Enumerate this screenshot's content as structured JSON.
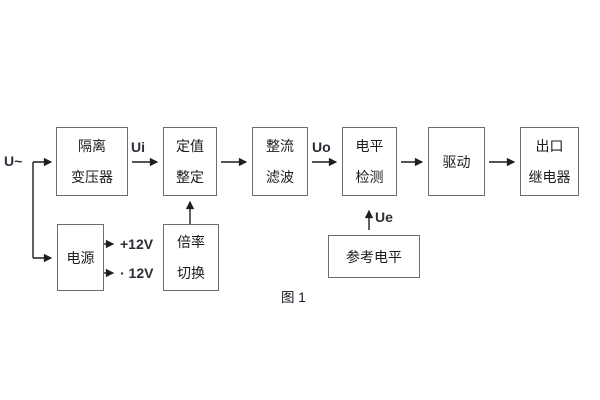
{
  "figure": {
    "caption": "图 1",
    "signals": {
      "input": "U~",
      "ui": "Ui",
      "uo": "Uo",
      "ue": "Ue",
      "plus12v": "+12V",
      "minus12v": "· 12V"
    },
    "blocks": {
      "isolation_transformer": {
        "line1": "隔离",
        "line2": "变压器"
      },
      "value_setting": {
        "line1": "定值",
        "line2": "整定"
      },
      "rectifier_filter": {
        "line1": "整流",
        "line2": "滤波"
      },
      "level_detect": {
        "line1": "电平",
        "line2": "检测"
      },
      "driver": {
        "line1": "驱动"
      },
      "output_relay": {
        "line1": "出口",
        "line2": "继电器"
      },
      "power_supply": {
        "line1": "电源"
      },
      "ratio_switch": {
        "line1": "倍率",
        "line2": "切换"
      },
      "reference_level": {
        "line1": "参考电平"
      }
    }
  }
}
